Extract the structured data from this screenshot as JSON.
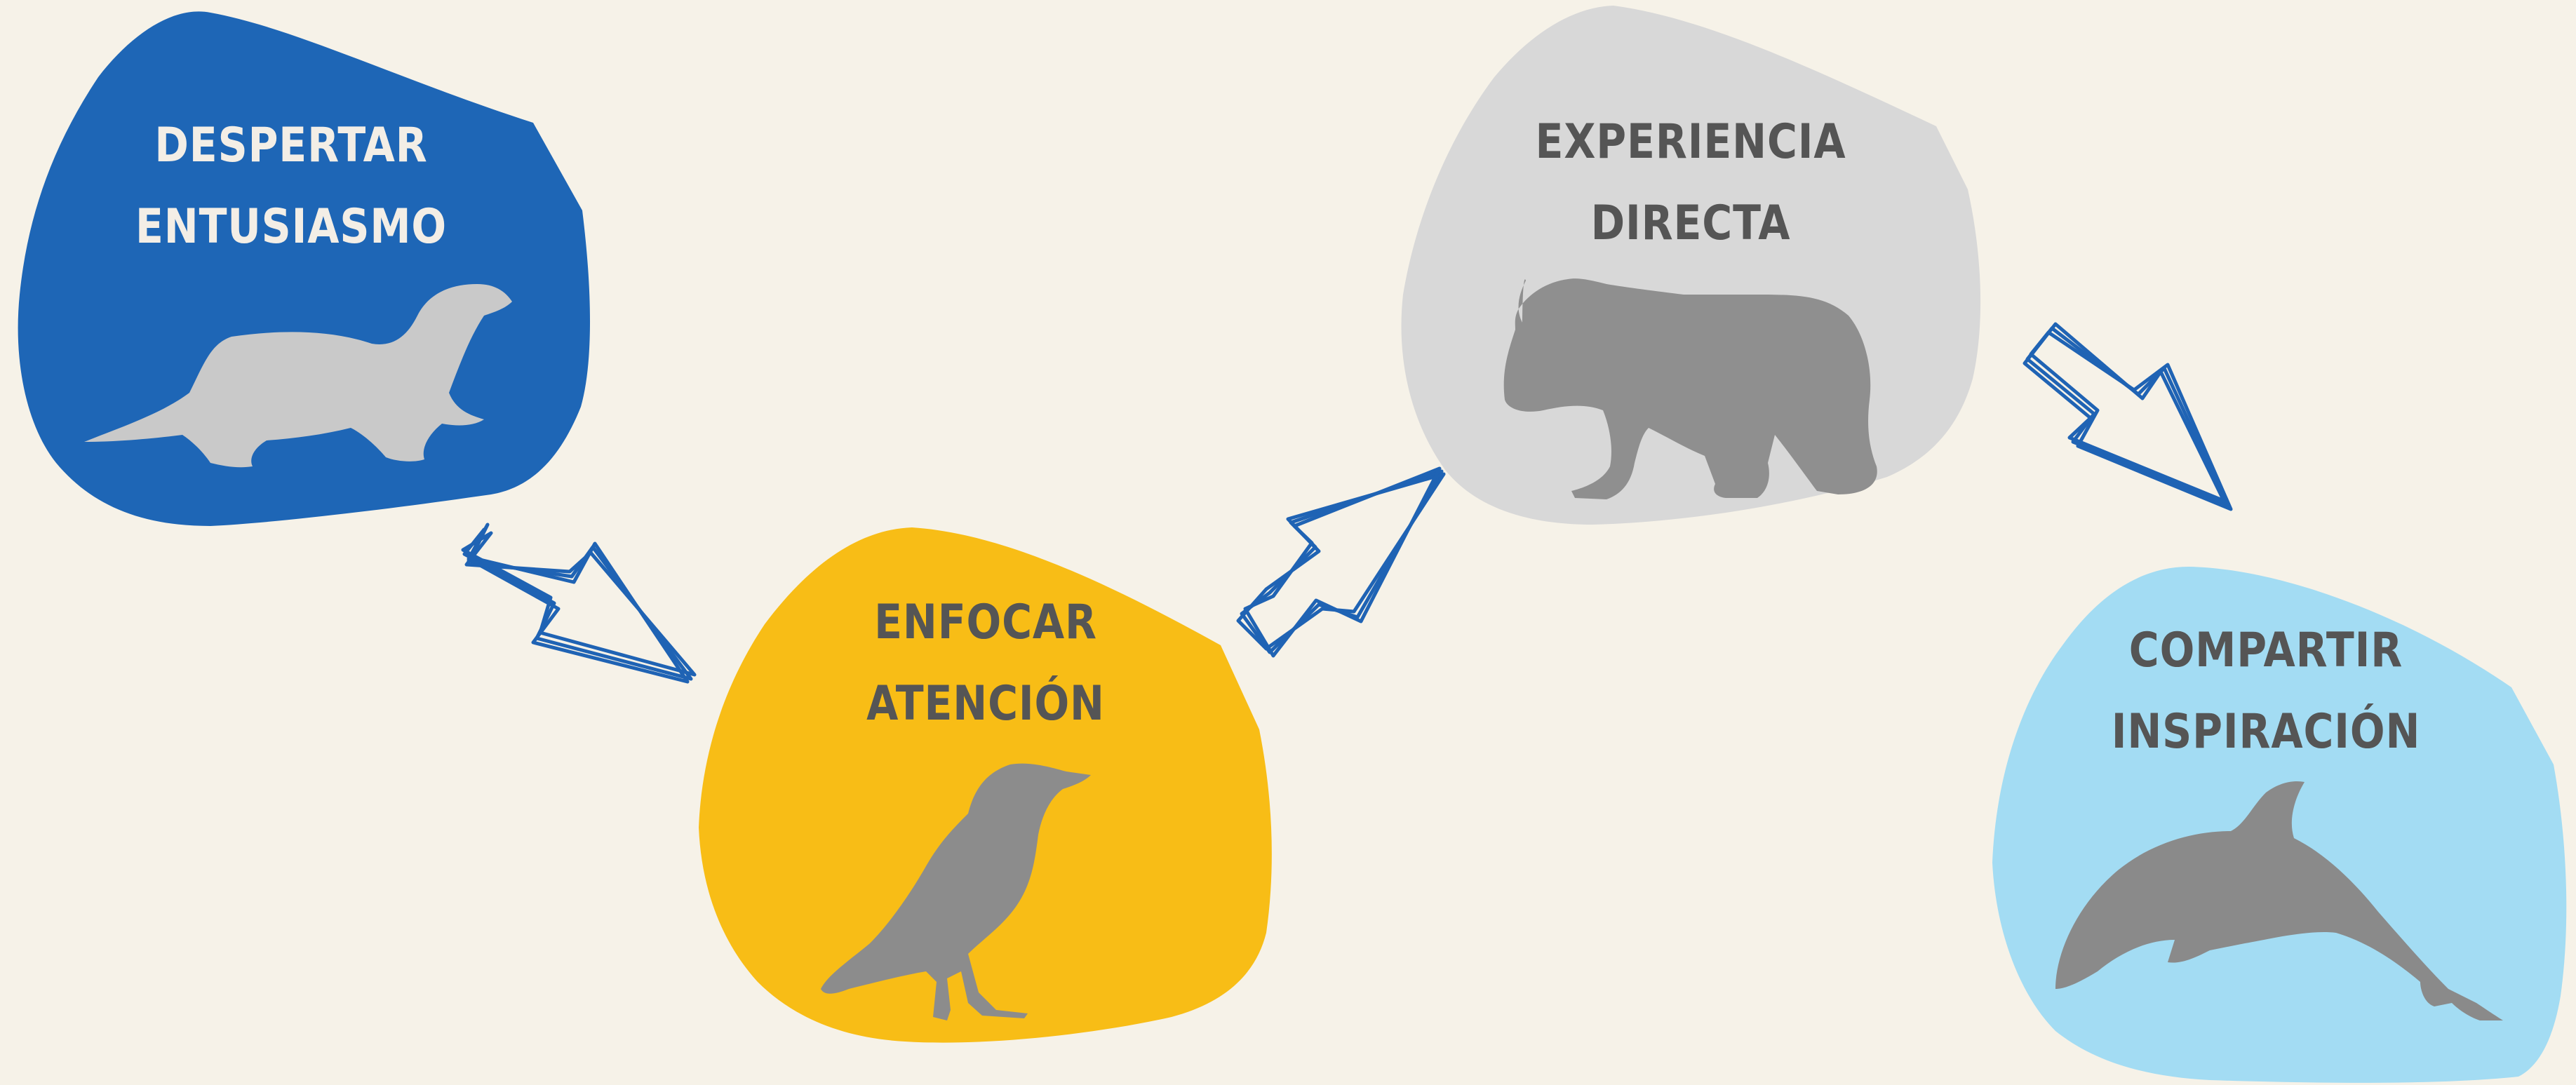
{
  "colors": {
    "background": "#f6f2e8",
    "arrow": "#1f63b4",
    "silhouette_light": "#c8c8c8",
    "silhouette_dark": "#8a8a8a",
    "text_light": "#f3eee6",
    "text_dark": "#555555"
  },
  "stages": [
    {
      "line1": "DESPERTAR",
      "line2": "ENTUSIASMO",
      "color": "#1e66b6",
      "icon": "ferret-icon"
    },
    {
      "line1": "ENFOCAR",
      "line2": "ATENCIÓN",
      "color": "#f8bd16",
      "icon": "crow-icon"
    },
    {
      "line1": "EXPERIENCIA",
      "line2": "DIRECTA",
      "color": "#d8d8d8",
      "icon": "bear-icon"
    },
    {
      "line1": "COMPARTIR",
      "line2": "INSPIRACIÓN",
      "color": "#a3dcf3",
      "icon": "dolphin-icon"
    }
  ]
}
